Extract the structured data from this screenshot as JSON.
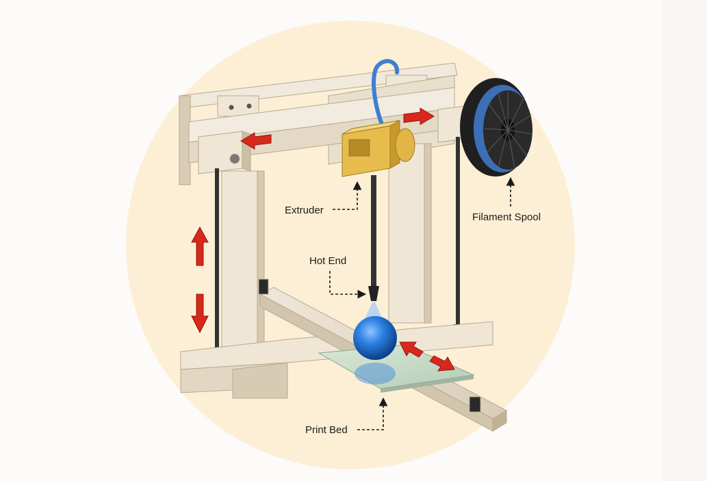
{
  "diagram": {
    "labels": {
      "extruder": "Extruder",
      "filament_spool": "Filament Spool",
      "hot_end": "Hot End",
      "print_bed": "Print Bed"
    },
    "colors": {
      "background_circle": "#fcefd6",
      "frame": "#eee4d3",
      "frame_shadow": "#c9bba4",
      "arrow": "#d8271b",
      "extruder": "#e2b84b",
      "filament": "#3f7fd0",
      "object": "#1e6fc9",
      "bed": "#cfe2cf",
      "spool": "#2a2a2a"
    }
  }
}
